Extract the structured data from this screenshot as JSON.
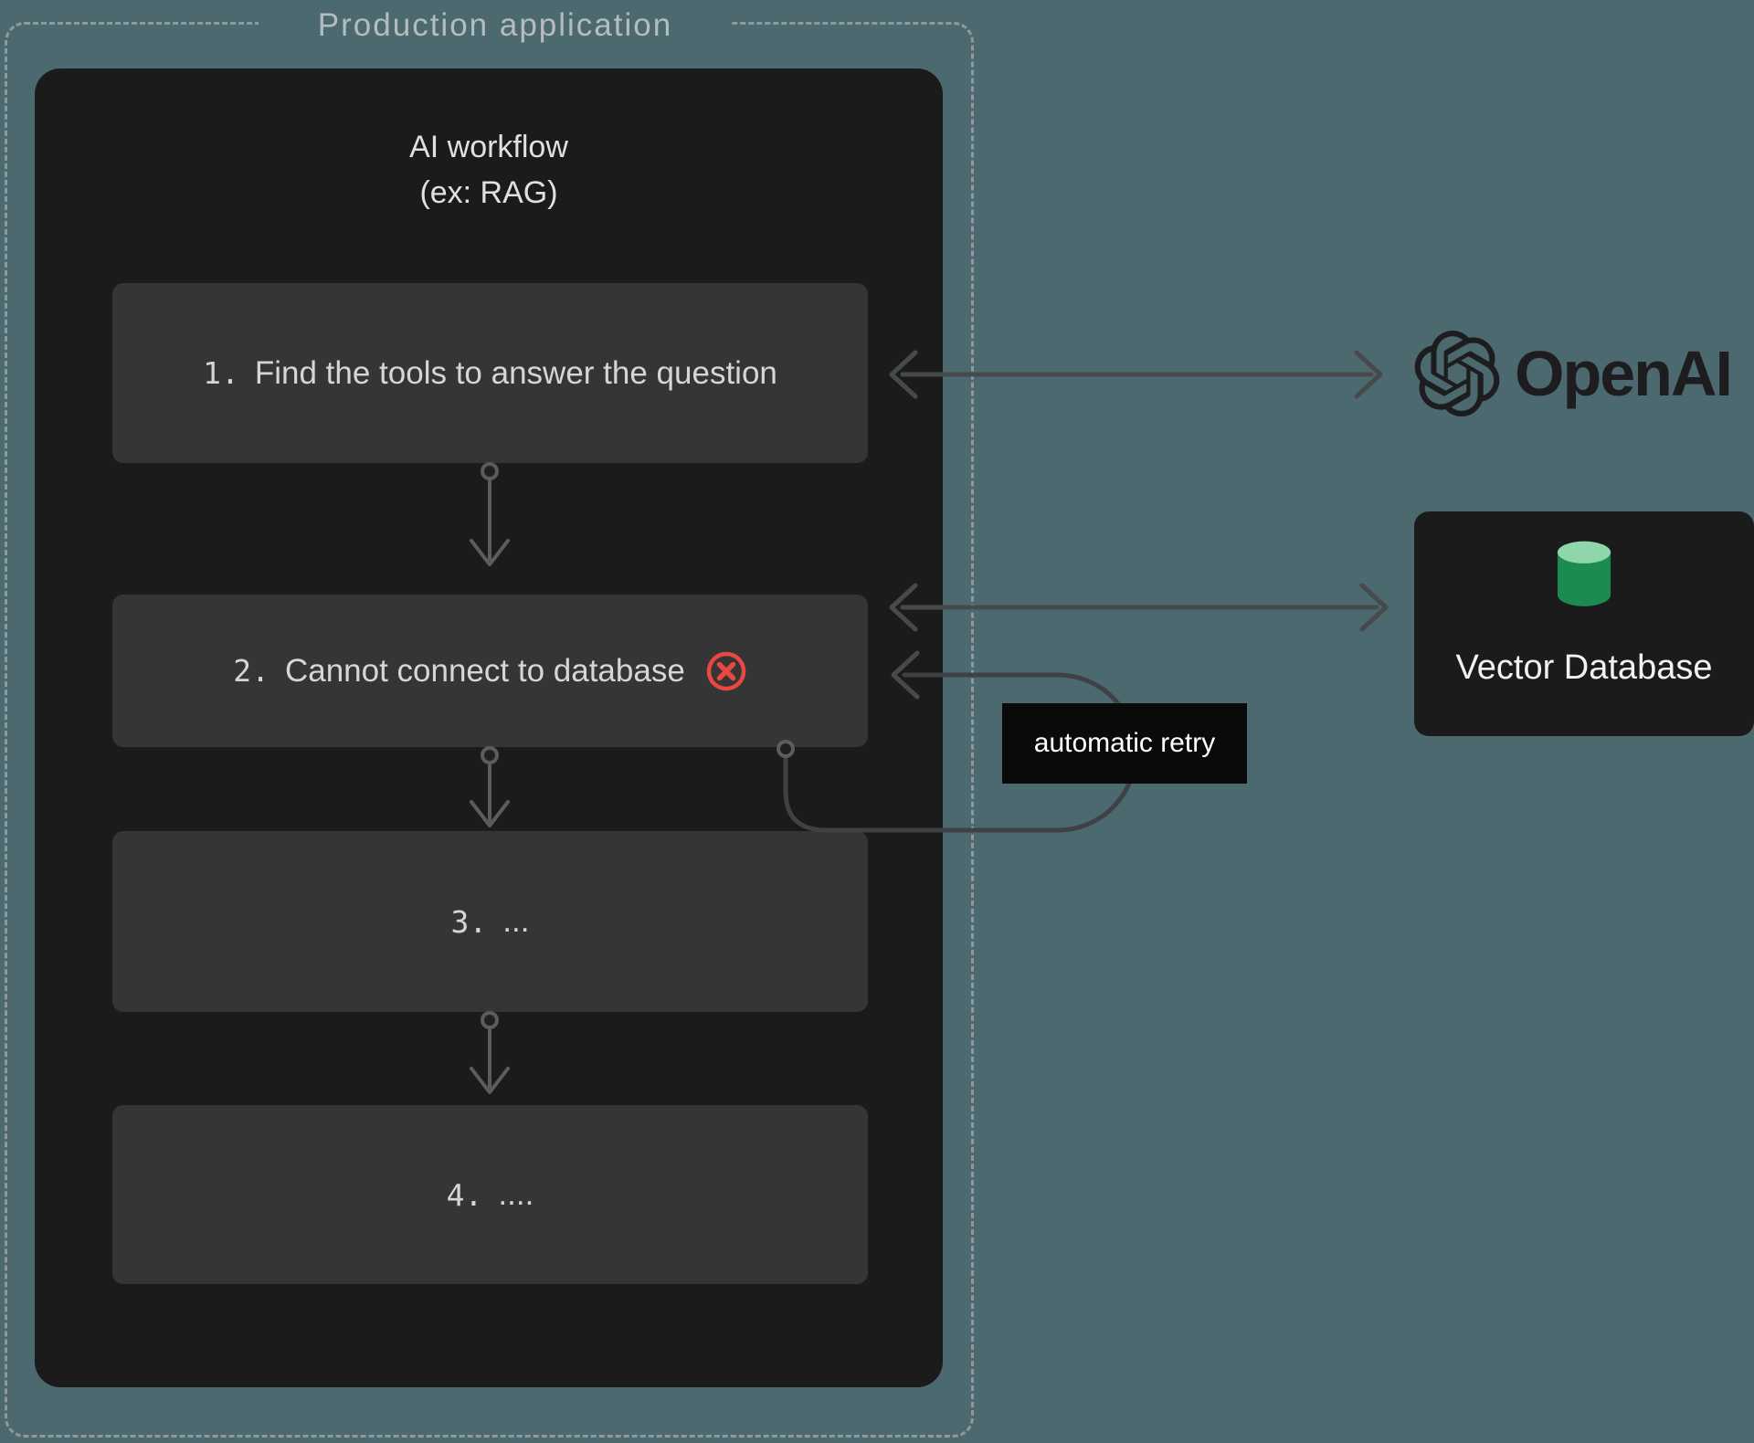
{
  "production": {
    "label": "Production application"
  },
  "workflow": {
    "title_line1": "AI workflow",
    "title_line2": "(ex: RAG)",
    "steps": [
      {
        "number": "1.",
        "label": "Find the tools to answer the question",
        "has_error": false
      },
      {
        "number": "2.",
        "label": "Cannot connect to database",
        "has_error": true
      },
      {
        "number": "3.",
        "label": "...",
        "has_error": false
      },
      {
        "number": "4.",
        "label": "....",
        "has_error": false
      }
    ]
  },
  "annotations": {
    "retry_label": "automatic retry"
  },
  "external": {
    "openai": {
      "wordmark": "OpenAI"
    },
    "vector_database": {
      "label": "Vector Database"
    }
  },
  "icons": {
    "error": "x-circle-icon",
    "openai": "openai-logo-icon",
    "database": "database-cylinder-icon",
    "flow": "down-arrow-icon"
  },
  "colors": {
    "background": "#4c6970",
    "panel": "#1b1b1c",
    "step_box": "#353536",
    "dashed_border": "#8f999b",
    "arrow": "#474a4b",
    "error_red": "#e84840",
    "retry_label_bg": "#0a0a0a",
    "cylinder_green": "#1b8b51",
    "cylinder_green_light": "#8fd7ab",
    "logo_dark": "#1d1d1f"
  }
}
